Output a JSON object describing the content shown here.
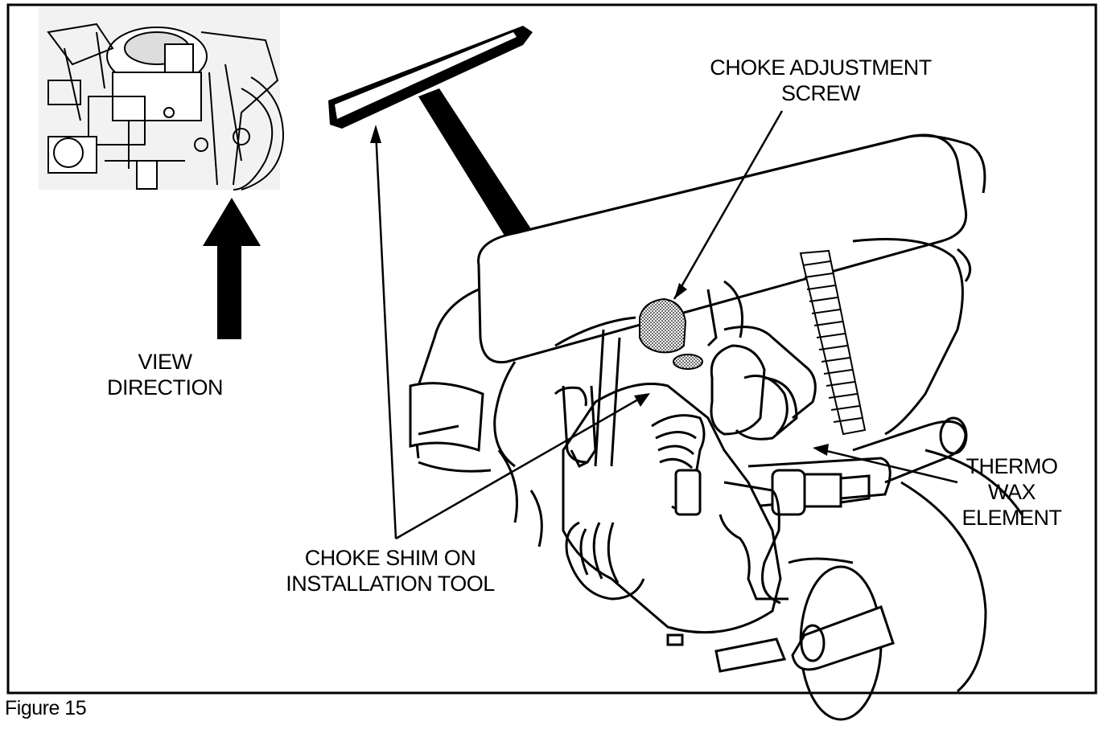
{
  "labels": {
    "choke_adjustment_screw": [
      "CHOKE ADJUSTMENT",
      "SCREW"
    ],
    "view_direction": [
      "VIEW",
      "DIRECTION"
    ],
    "choke_shim": [
      "CHOKE SHIM ON",
      "INSTALLATION TOOL"
    ],
    "thermo_wax": [
      "THERMO",
      "WAX",
      "ELEMENT"
    ]
  },
  "caption": "Figure 15",
  "colors": {
    "ink": "#000000",
    "paper": "#ffffff",
    "stipple": "#9a9a9a"
  }
}
